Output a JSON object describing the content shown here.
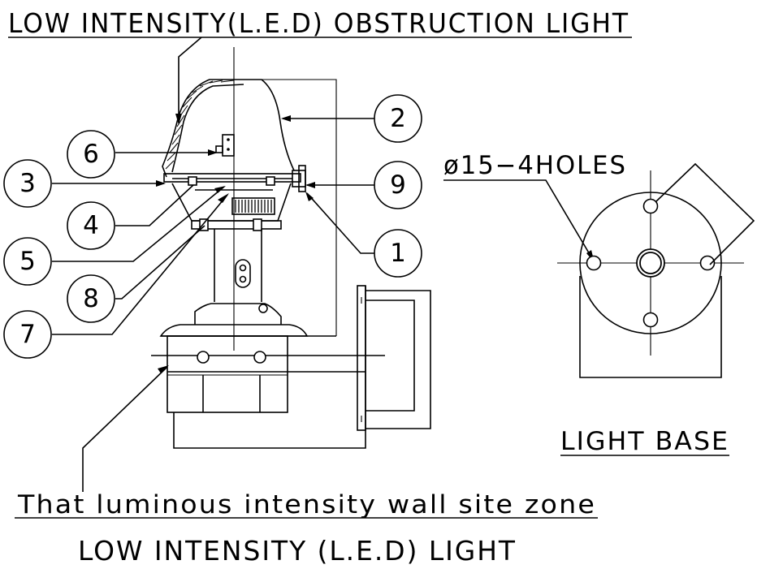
{
  "title_top": "LOW INTENSITY(L.E.D) OBSTRUCTION LIGHT",
  "holes_label": "ø15−4HOLES",
  "light_base_label": "LIGHT BASE",
  "wall_zone_label": "That luminous intensity wall site zone",
  "bottom_title": "LOW INTENSITY (L.E.D) LIGHT",
  "callouts": [
    "1",
    "2",
    "3",
    "4",
    "5",
    "6",
    "7",
    "8",
    "9"
  ]
}
